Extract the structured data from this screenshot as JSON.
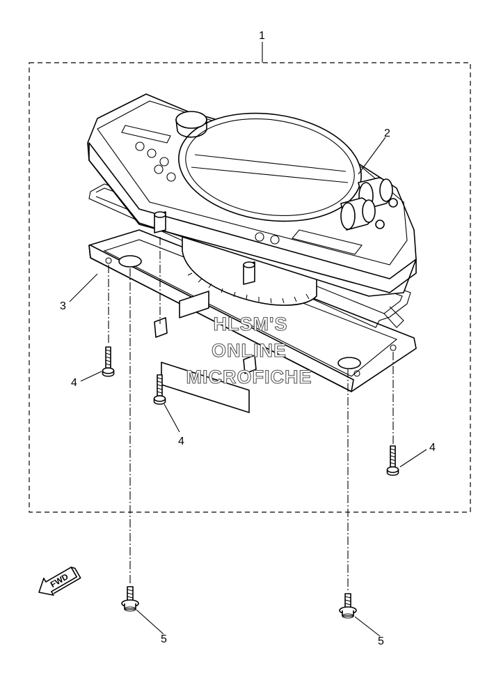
{
  "callouts": [
    "1",
    "2",
    "3",
    "4",
    "4",
    "4",
    "5",
    "5"
  ],
  "direction_label": "FWD",
  "watermark": [
    "HLSM'S",
    "ONLINE",
    "MICROFICHE"
  ]
}
